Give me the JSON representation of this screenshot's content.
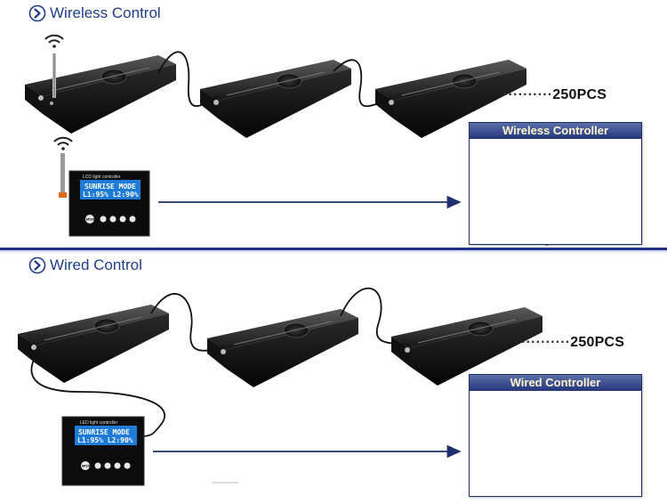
{
  "wireless": {
    "title": "Wireless Control",
    "count_label": "250PCS",
    "controller_caption": "Wireless Controller",
    "lcd_header": "LCD light controller",
    "lcd_line1": "SUNRISE MODE",
    "lcd_line2": "L1:95%  L2:90%",
    "mode_button": "MODE"
  },
  "wired": {
    "title": "Wired Control",
    "count_label": "250PCS",
    "controller_caption": "Wired Controller",
    "lcd_header": "LED light controller",
    "lcd_line1": "SUNRISE MODE",
    "lcd_line2": "L1:95%  L2:90%",
    "mode_button": "MODE"
  },
  "colors": {
    "accent_blue": "#1f3d8c",
    "divider": "#1f2f8a",
    "lcd_screen": "#1e7bd8",
    "red_controller": "#d93a2b"
  }
}
